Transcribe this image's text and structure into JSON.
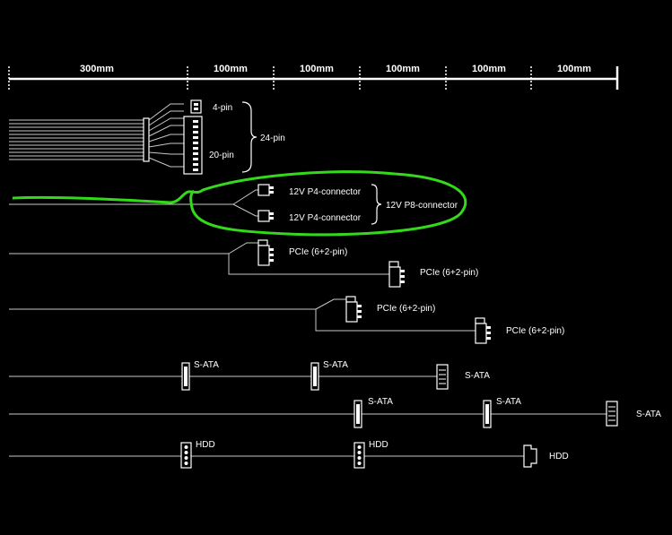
{
  "ruler": {
    "segments": [
      "300mm",
      "100mm",
      "100mm",
      "100mm",
      "100mm",
      "100mm"
    ]
  },
  "atx": {
    "top_label": "4-pin",
    "bottom_label": "20-pin",
    "group_label": "24-pin"
  },
  "eps": {
    "top_label": "12V P4-connector",
    "bottom_label": "12V P4-connector",
    "group_label": "12V P8-connector"
  },
  "pcie_cable_1": {
    "first_label": "PCIe (6+2-pin)",
    "second_label": "PCIe (6+2-pin)"
  },
  "pcie_cable_2": {
    "first_label": "PCIe (6+2-pin)",
    "second_label": "PCIe (6+2-pin)"
  },
  "sata_cable_1": {
    "labels": [
      "S-ATA",
      "S-ATA",
      "S-ATA"
    ]
  },
  "sata_cable_2": {
    "labels": [
      "S-ATA",
      "S-ATA",
      "S-ATA"
    ]
  },
  "hdd_cable": {
    "labels": [
      "HDD",
      "HDD",
      "HDD"
    ]
  },
  "colors": {
    "background": "#000000",
    "line": "#ffffff",
    "highlight": "#33d91a"
  }
}
